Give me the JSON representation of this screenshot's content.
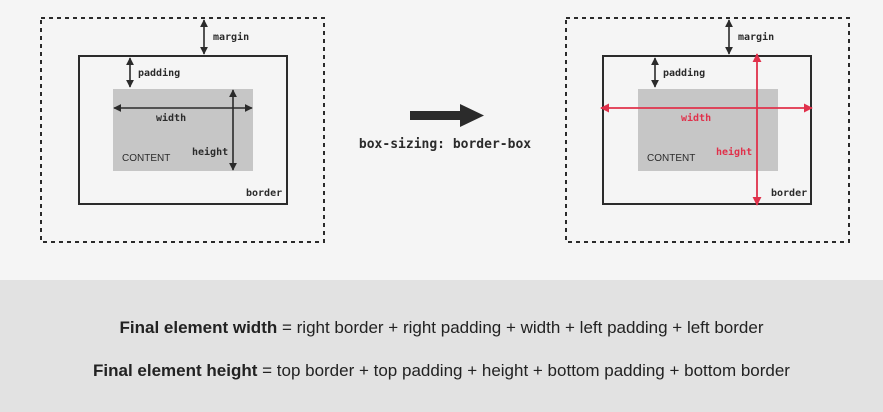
{
  "left_diagram": {
    "margin_label": "margin",
    "padding_label": "padding",
    "width_label": "width",
    "height_label": "height",
    "content_label": "CONTENT",
    "border_label": "border"
  },
  "right_diagram": {
    "margin_label": "margin",
    "padding_label": "padding",
    "width_label": "width",
    "height_label": "height",
    "content_label": "CONTENT",
    "border_label": "border"
  },
  "transition_label": "box-sizing: border-box",
  "colors": {
    "highlight": "#e0314b",
    "content_fill": "#c6c6c6",
    "stroke": "#2b2b2b",
    "bottom_panel": "#e2e2e2"
  },
  "formulas": [
    {
      "term": "Final element width",
      "expression": "= right border + right padding + width + left padding + left border"
    },
    {
      "term": "Final element height",
      "expression": "= top border + top padding + height + bottom padding + bottom border"
    }
  ]
}
